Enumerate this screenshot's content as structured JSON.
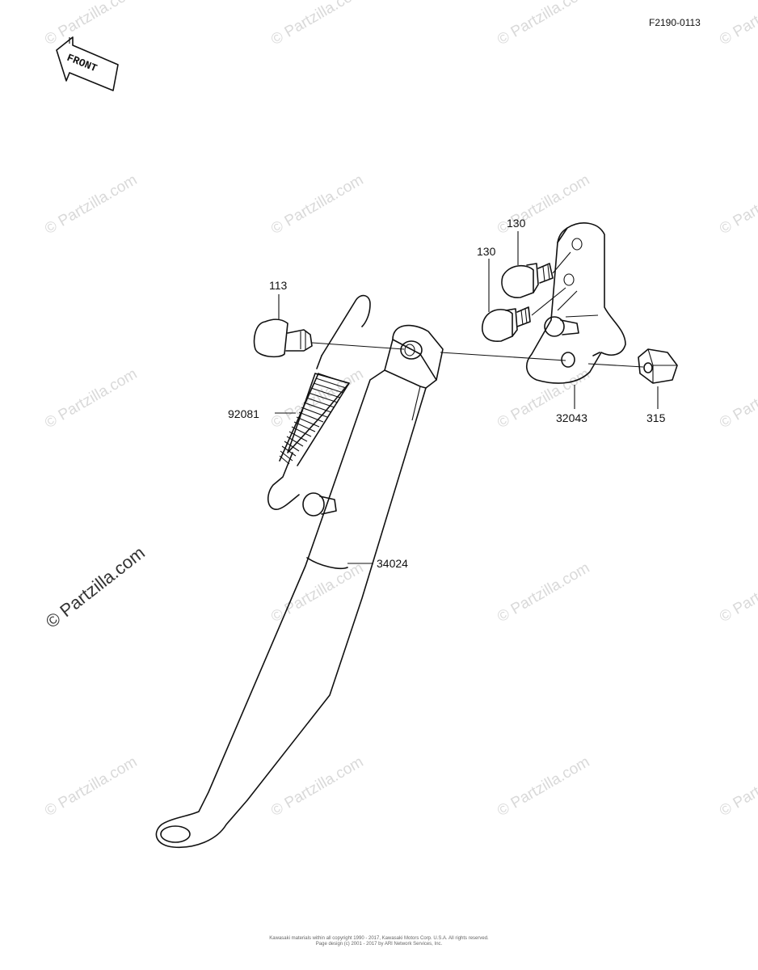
{
  "diagram": {
    "code": "F2190-0113",
    "front_label": "FRONT",
    "parts": [
      {
        "id": "bolt-113",
        "number": "113"
      },
      {
        "id": "spring-92081",
        "number": "92081"
      },
      {
        "id": "stand-34024",
        "number": "34024"
      },
      {
        "id": "bolt-130-upper",
        "number": "130"
      },
      {
        "id": "bolt-130-lower",
        "number": "130"
      },
      {
        "id": "bracket-32043",
        "number": "32043"
      },
      {
        "id": "nut-315",
        "number": "315"
      }
    ]
  },
  "watermark": {
    "text": "© Partzilla.com"
  },
  "footer": {
    "line1": "Kawasaki materials within all copyright 1990 - 2017, Kawasaki Motors Corp. U.S.A. All rights reserved.",
    "line2": "Page design (c) 2001 - 2017 by ARI Network Services, Inc."
  }
}
